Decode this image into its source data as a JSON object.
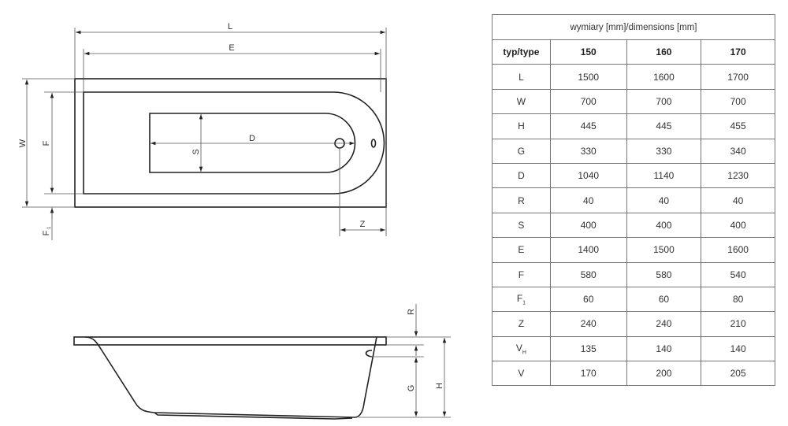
{
  "table": {
    "caption": "wymiary [mm]/dimensions [mm]",
    "type_label": "typ/type",
    "types": [
      "150",
      "160",
      "170"
    ],
    "rows": [
      {
        "label": "L",
        "values": [
          "1500",
          "1600",
          "1700"
        ]
      },
      {
        "label": "W",
        "values": [
          "700",
          "700",
          "700"
        ]
      },
      {
        "label": "H",
        "values": [
          "445",
          "445",
          "455"
        ]
      },
      {
        "label": "G",
        "values": [
          "330",
          "330",
          "340"
        ]
      },
      {
        "label": "D",
        "values": [
          "1040",
          "1140",
          "1230"
        ]
      },
      {
        "label": "R",
        "values": [
          "40",
          "40",
          "40"
        ]
      },
      {
        "label": "S",
        "values": [
          "400",
          "400",
          "400"
        ]
      },
      {
        "label": "E",
        "values": [
          "1400",
          "1500",
          "1600"
        ]
      },
      {
        "label": "F",
        "values": [
          "580",
          "580",
          "540"
        ]
      },
      {
        "label": "F1",
        "main": "F",
        "sub": "1",
        "values": [
          "60",
          "60",
          "80"
        ]
      },
      {
        "label": "Z",
        "values": [
          "240",
          "240",
          "210"
        ]
      },
      {
        "label": "VH",
        "main": "V",
        "sub": "H",
        "values": [
          "135",
          "140",
          "140"
        ]
      },
      {
        "label": "V",
        "values": [
          "170",
          "200",
          "205"
        ]
      }
    ]
  },
  "drawing": {
    "labels": {
      "L": "L",
      "E": "E",
      "W": "W",
      "F": "F",
      "F1": "F",
      "F1_sub": "1",
      "D": "D",
      "S": "S",
      "Z": "Z",
      "R": "R",
      "G": "G",
      "H": "H"
    }
  }
}
